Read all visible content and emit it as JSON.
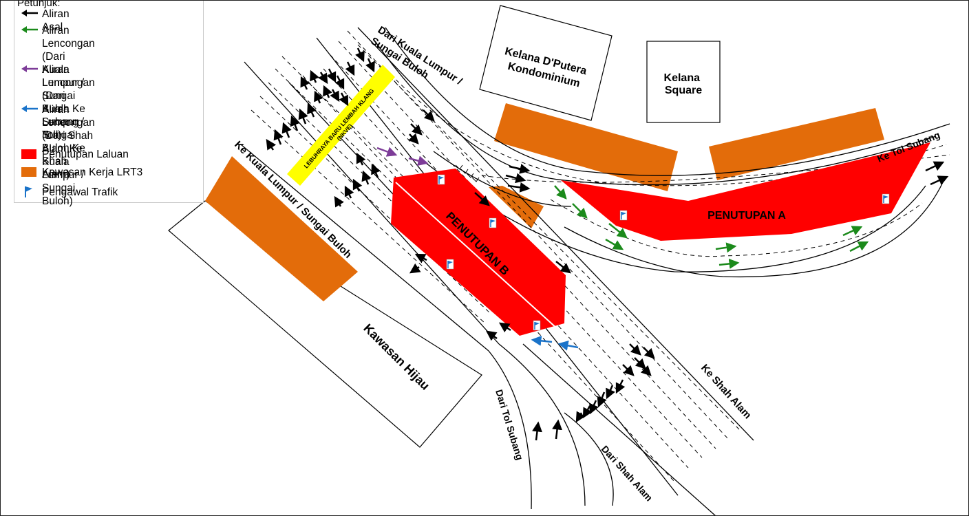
{
  "legend": {
    "title": "Petunjuk:",
    "items": [
      {
        "label": "Aliran Asal",
        "color": "#000000",
        "icon": "arrow-left-icon"
      },
      {
        "label": "Aliran Lencongan\n(Dari Kuala Lumpur / Sungai\nBuloh Ke Subang Toll)",
        "color": "#1b8a1b",
        "icon": "arrow-left-icon"
      },
      {
        "label": "Aliran Lencongan\n(Dari Kuala Lumpur / Sungai\nBuloh Ke Shah Alam)",
        "color": "#7d3c98",
        "icon": "arrow-left-icon"
      },
      {
        "label": "Aliran Lencongan\n(Dari Shah Alam Ke Kuala\nLumpur / Sungai Buloh)",
        "color": "#1a73c9",
        "icon": "arrow-left-icon"
      },
      {
        "label": "Penutupan Laluan",
        "color": "#ff0000",
        "icon": "red-box-icon"
      },
      {
        "label": "Kawasan Kerja LRT3",
        "color": "#e36c0a",
        "icon": "orange-box-icon"
      },
      {
        "label": "Pengawal Trafik",
        "color": "#1a73c9",
        "icon": "flag-icon"
      }
    ]
  },
  "map": {
    "highway_sign": "LEBUHRAYA BARU LEMBAH KLANG\n(NKVE)",
    "closure_a": "PENUTUPAN A",
    "closure_b": "PENUTUPAN B",
    "road_labels": {
      "from_kl": "Dari Kuala Lumpur /\nSungai Buloh",
      "to_kl": "Ke Kuala Lumpur / Sungai Buloh",
      "to_subang_toll": "Ke Tol Subang",
      "to_shah_alam": "Ke Shah Alam",
      "from_subang_toll": "Dari Tol Subang",
      "from_shah_alam": "Dari Shah Alam"
    },
    "buildings": {
      "kondo": "Kelana D'Putera\nKondominium",
      "square": "Kelana\nSquare",
      "green": "Kawasan Hijau"
    },
    "colors": {
      "closure": "#ff0000",
      "work_zone": "#e36c0a",
      "sign": "#ffff00",
      "flag": "#1a73c9",
      "black_arrow": "#000000",
      "green_arrow": "#1b8a1b",
      "purple_arrow": "#7d3c98",
      "blue_arrow": "#1a73c9"
    }
  }
}
